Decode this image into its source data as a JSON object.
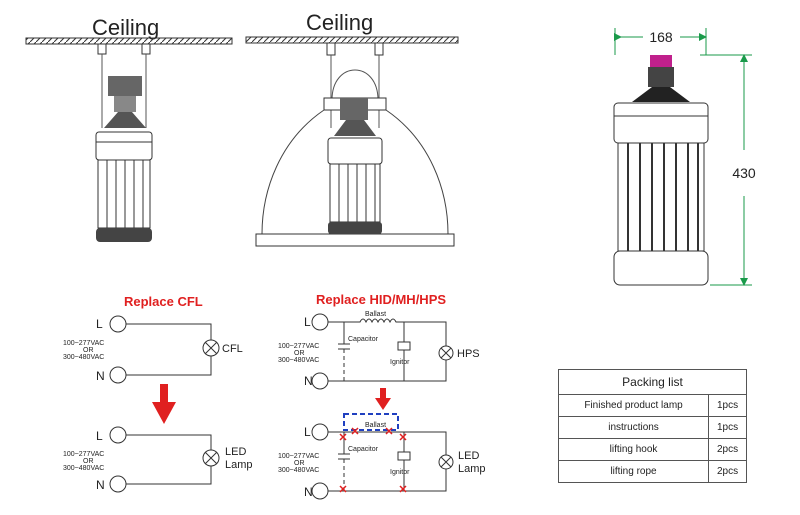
{
  "top": {
    "ceiling_left": "Ceiling",
    "ceiling_right": "Ceiling",
    "dim_width": "168",
    "dim_height": "430"
  },
  "cfl": {
    "title": "Replace CFL",
    "L": "L",
    "N": "N",
    "voltage_1": "100~277VAC",
    "voltage_or": "OR",
    "voltage_2": "300~480VAC",
    "lamp_before": "CFL",
    "lamp_after_1": "LED",
    "lamp_after_2": "Lamp"
  },
  "hid": {
    "title": "Replace HID/MH/HPS",
    "L": "L",
    "N": "N",
    "voltage_1": "100~277VAC",
    "voltage_or": "OR",
    "voltage_2": "300~480VAC",
    "ballast": "Ballast",
    "capacitor": "Capacitor",
    "ignitor": "Ignitor",
    "lamp_before": "HPS",
    "lamp_after_1": "LED",
    "lamp_after_2": "Lamp"
  },
  "packing": {
    "title": "Packing list",
    "rows": [
      {
        "item": "Finished product lamp",
        "qty": "1pcs"
      },
      {
        "item": "instructions",
        "qty": "1pcs"
      },
      {
        "item": "lifting hook",
        "qty": "2pcs"
      },
      {
        "item": "lifting rope",
        "qty": "2pcs"
      }
    ]
  },
  "colors": {
    "accent_red": "#e02020",
    "dim_green": "#1a9a4a",
    "socket_magenta": "#c0208c",
    "ballast_box_blue": "#2040c0"
  }
}
